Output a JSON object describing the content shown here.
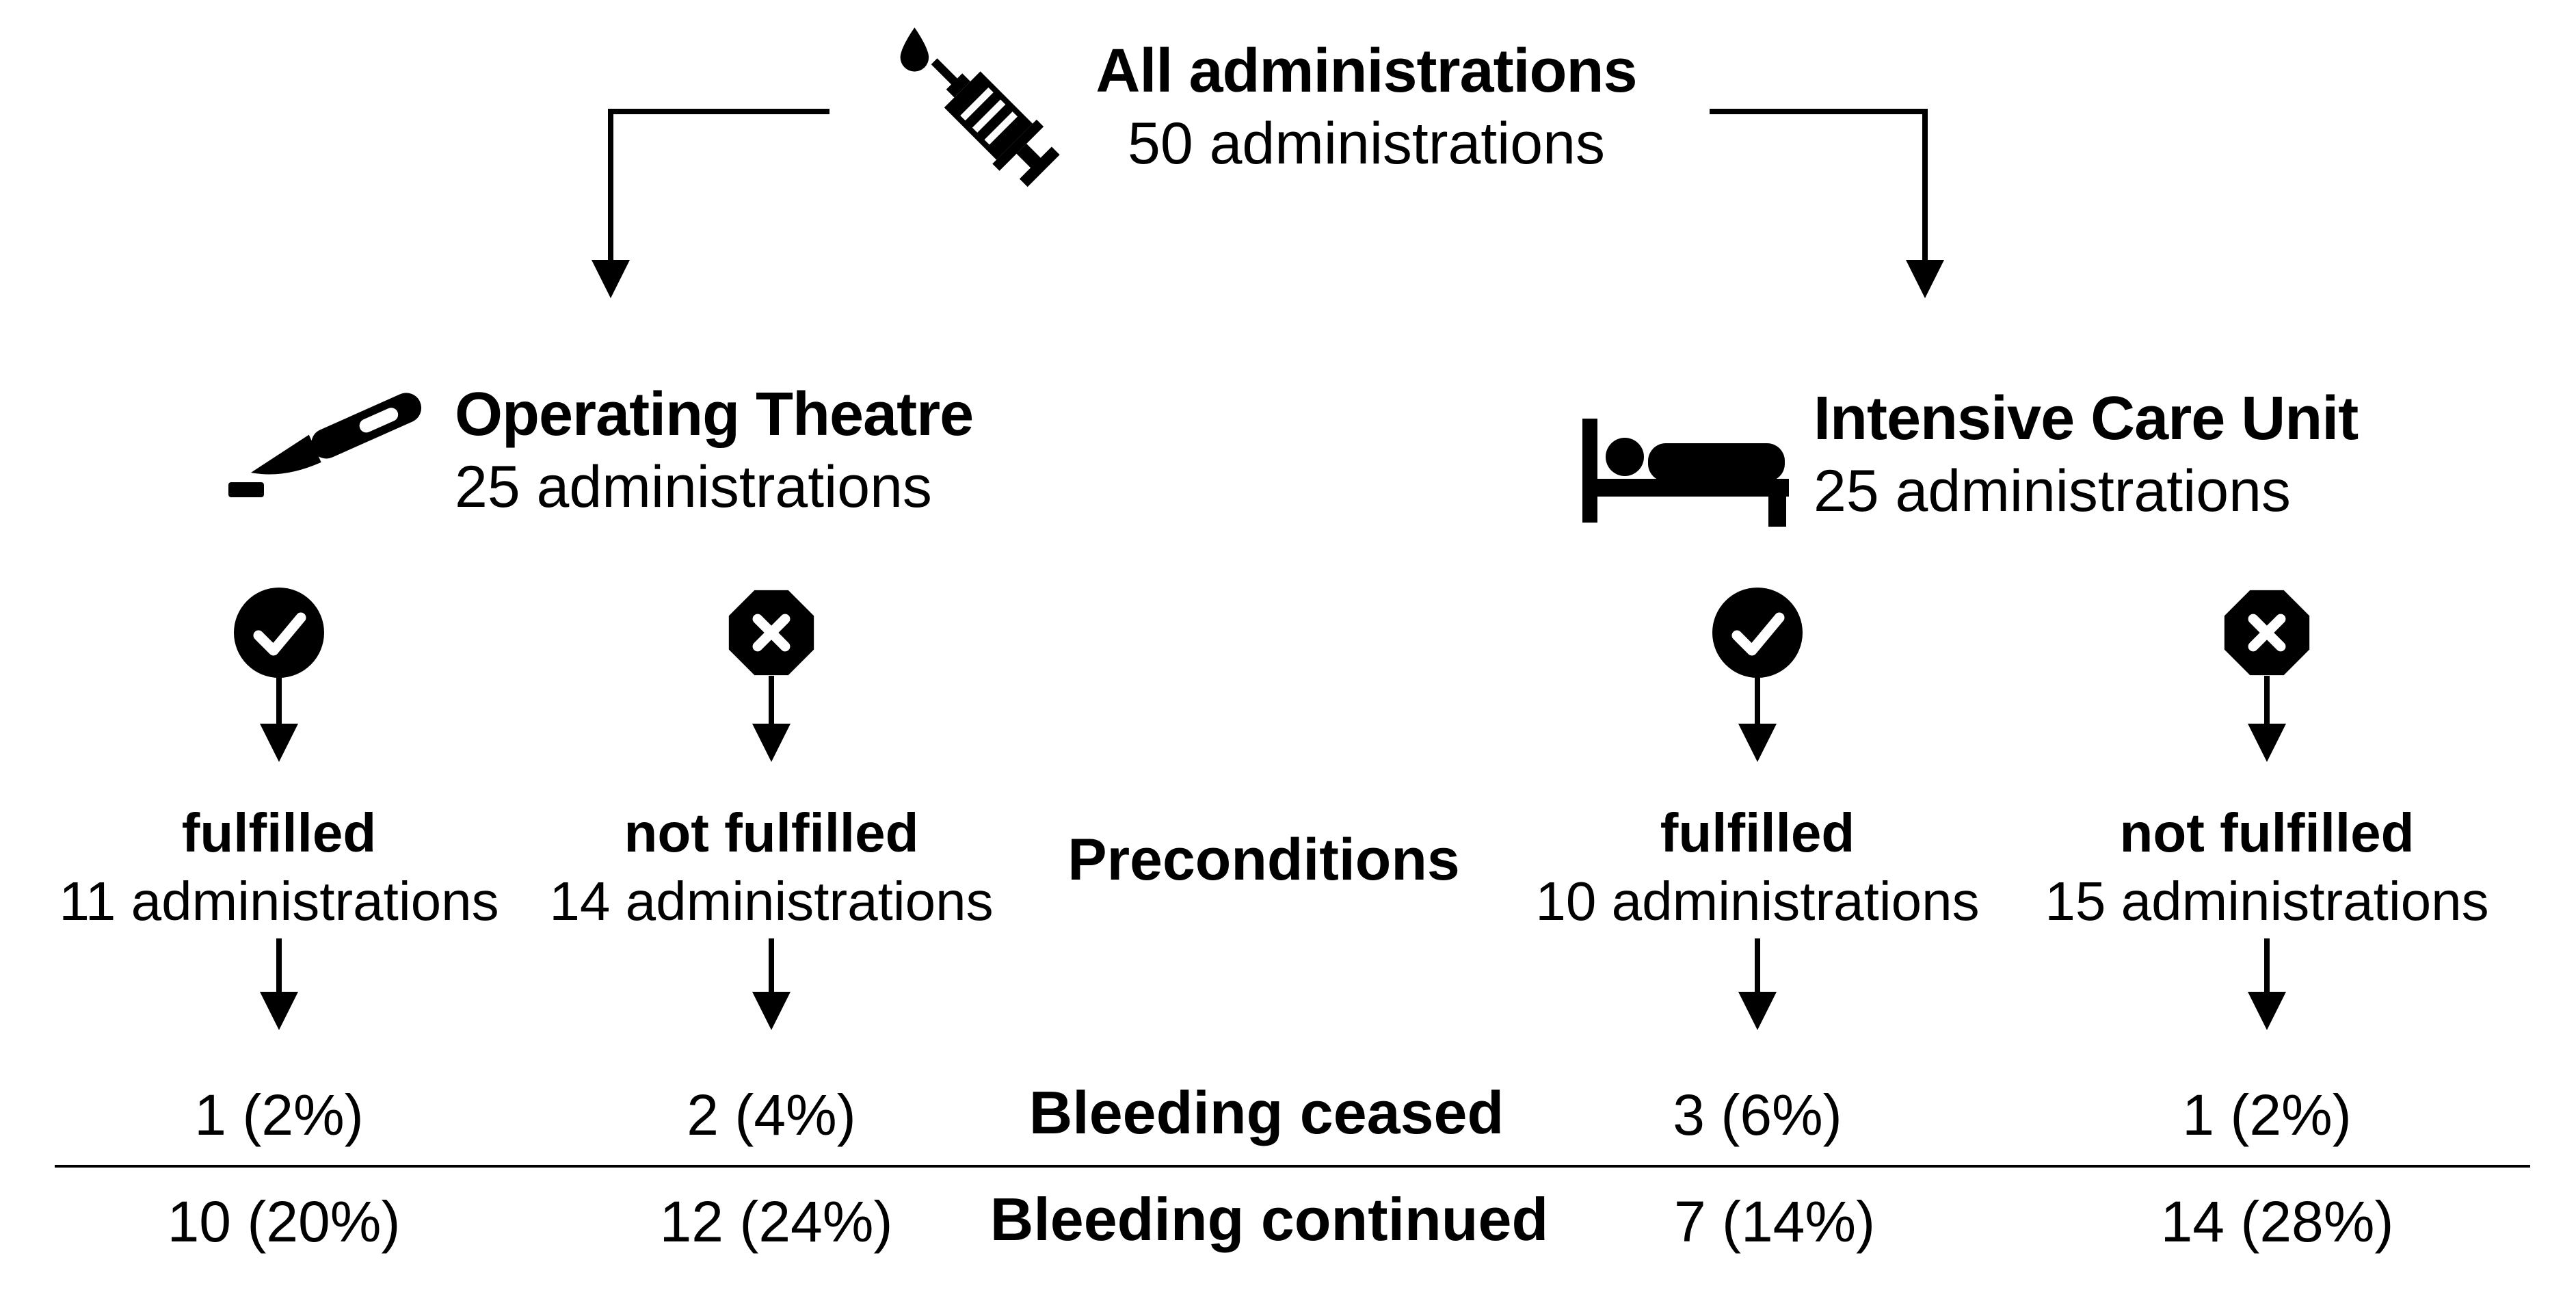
{
  "colors": {
    "foreground": "#000000",
    "background": "#ffffff"
  },
  "root": {
    "icon": "syringe-icon",
    "title": "All administrations",
    "subtitle": "50 administrations"
  },
  "branches": [
    {
      "icon": "scalpel-icon",
      "title": "Operating Theatre",
      "subtitle": "25 administrations",
      "outcomes": [
        {
          "icon": "check-circle-icon",
          "label": "fulfilled",
          "count": "11 administrations",
          "bleeding_ceased": "1 (2%)",
          "bleeding_continued": "10 (20%)"
        },
        {
          "icon": "cross-octagon-icon",
          "label": "not fulfilled",
          "count": "14 administrations",
          "bleeding_ceased": "2 (4%)",
          "bleeding_continued": "12 (24%)"
        }
      ]
    },
    {
      "icon": "bed-icon",
      "title": "Intensive Care Unit",
      "subtitle": "25 administrations",
      "outcomes": [
        {
          "icon": "check-circle-icon",
          "label": "fulfilled",
          "count": "10 administrations",
          "bleeding_ceased": "3 (6%)",
          "bleeding_continued": "7 (14%)"
        },
        {
          "icon": "cross-octagon-icon",
          "label": "not fulfilled",
          "count": "15 administrations",
          "bleeding_ceased": "1 (2%)",
          "bleeding_continued": "14 (28%)"
        }
      ]
    }
  ],
  "row_labels": {
    "preconditions": "Preconditions",
    "bleeding_ceased": "Bleeding ceased",
    "bleeding_continued": "Bleeding continued"
  }
}
